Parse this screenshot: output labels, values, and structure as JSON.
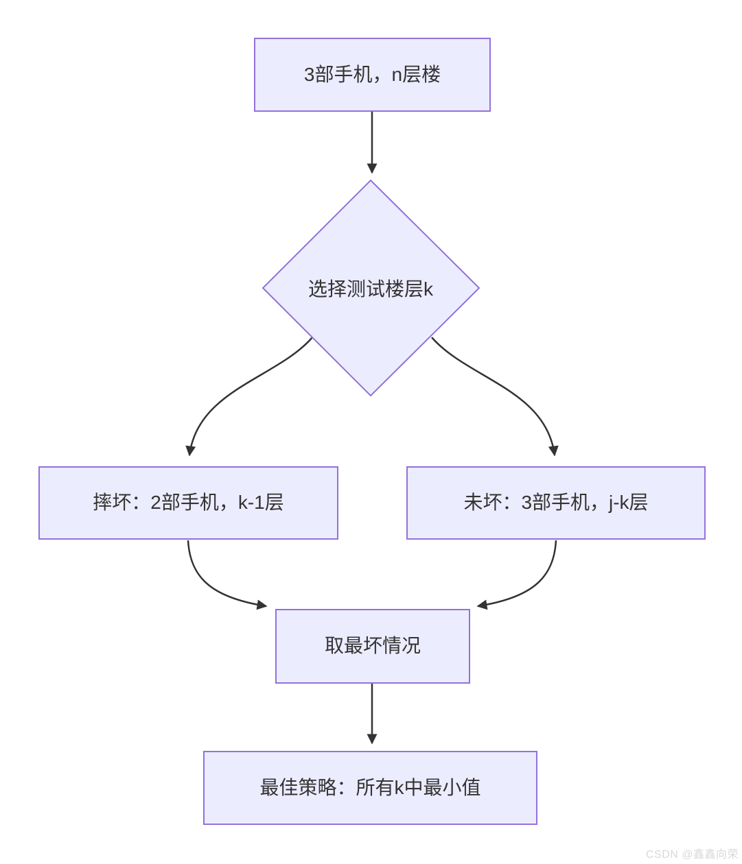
{
  "diagram": {
    "title_hint": "flowchart of 3-phone n-floor drop problem",
    "nodes": {
      "start": {
        "label": "3部手机，n层楼"
      },
      "decision": {
        "label": "选择测试楼层k"
      },
      "broken": {
        "label": "摔坏：2部手机，k-1层"
      },
      "intact": {
        "label": "未坏：3部手机，j-k层"
      },
      "worst": {
        "label": "取最坏情况"
      },
      "best": {
        "label": "最佳策略：所有k中最小值"
      }
    },
    "edges": [
      {
        "from": "start",
        "to": "decision"
      },
      {
        "from": "decision",
        "to": "broken"
      },
      {
        "from": "decision",
        "to": "intact"
      },
      {
        "from": "broken",
        "to": "worst"
      },
      {
        "from": "intact",
        "to": "worst"
      },
      {
        "from": "worst",
        "to": "best"
      }
    ],
    "colors": {
      "node_fill": "#ECECFF",
      "node_border": "#9370DB",
      "edge": "#333333",
      "text": "#333333",
      "watermark": "#D9D9D9"
    },
    "watermark": "CSDN @鑫鑫向荣"
  }
}
